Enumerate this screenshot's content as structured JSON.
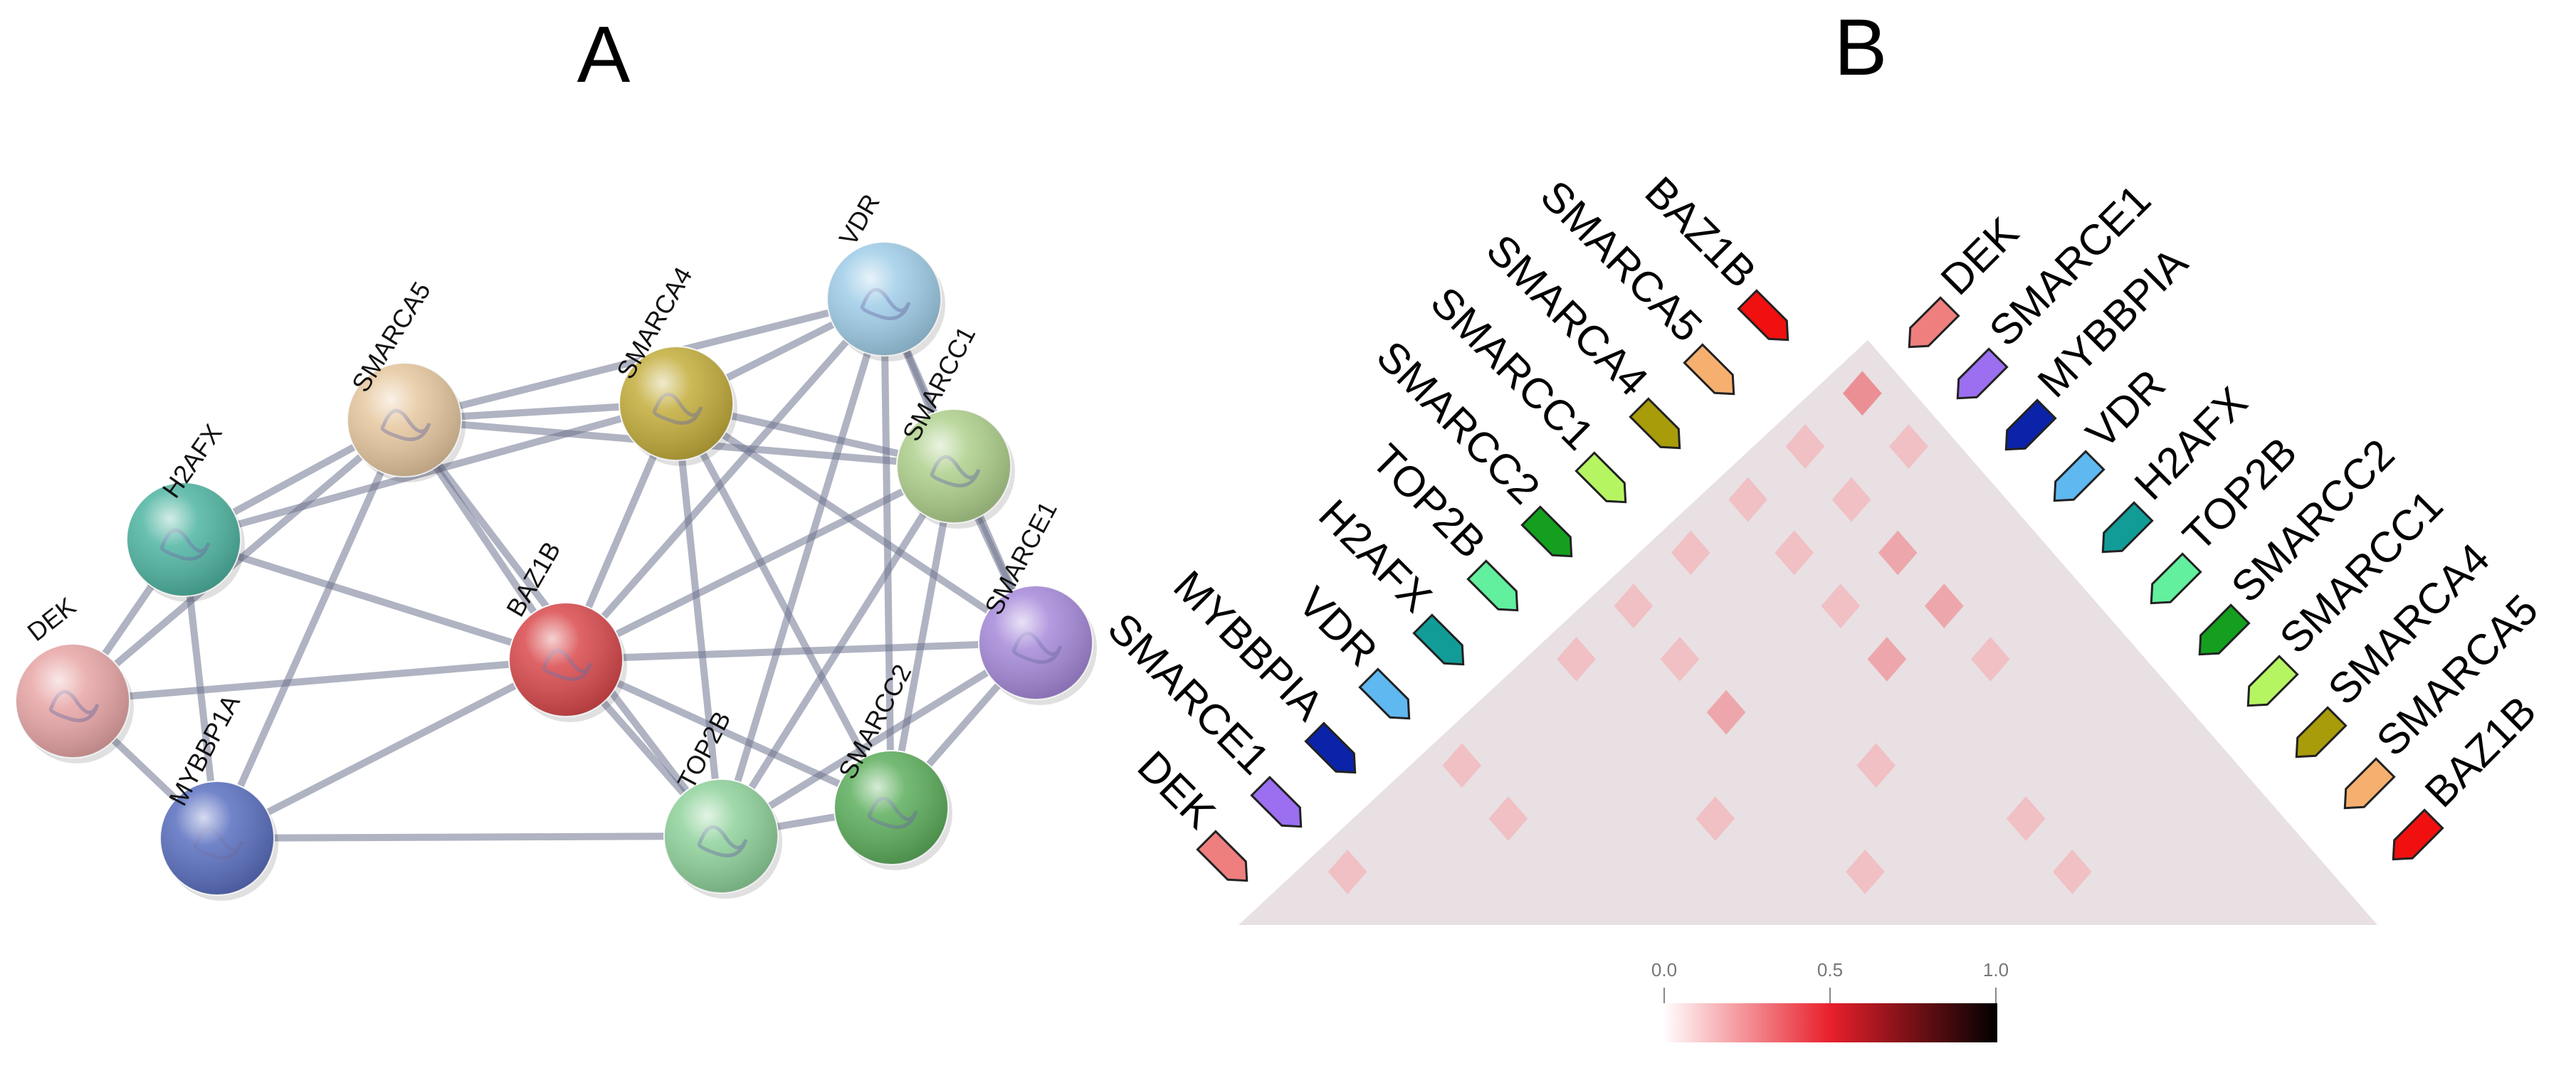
{
  "panels": {
    "a_label": "A",
    "b_label": "B"
  },
  "network": {
    "nodes": [
      {
        "id": "DEK",
        "label": "DEK",
        "color": "#e8a5a5"
      },
      {
        "id": "H2AFX",
        "label": "H2AFX",
        "color": "#4fb5a2"
      },
      {
        "id": "SMARCA5",
        "label": "SMARCA5",
        "color": "#e6c79e"
      },
      {
        "id": "MYBBP1A",
        "label": "MYBBP1A",
        "color": "#5a6fc0"
      },
      {
        "id": "BAZ1B",
        "label": "BAZ1B",
        "color": "#d9494c"
      },
      {
        "id": "SMARCA4",
        "label": "SMARCA4",
        "color": "#c3ad3b"
      },
      {
        "id": "VDR",
        "label": "VDR",
        "color": "#9fcde8"
      },
      {
        "id": "SMARCC1",
        "label": "SMARCC1",
        "color": "#aed08c"
      },
      {
        "id": "SMARCE1",
        "label": "SMARCE1",
        "color": "#a689da"
      },
      {
        "id": "SMARCC2",
        "label": "SMARCC2",
        "color": "#5cae5c"
      },
      {
        "id": "TOP2B",
        "label": "TOP2B",
        "color": "#8fd29b"
      }
    ],
    "edges": [
      [
        "DEK",
        "H2AFX"
      ],
      [
        "DEK",
        "MYBBP1A"
      ],
      [
        "DEK",
        "SMARCA5"
      ],
      [
        "DEK",
        "BAZ1B"
      ],
      [
        "H2AFX",
        "SMARCA5"
      ],
      [
        "H2AFX",
        "MYBBP1A"
      ],
      [
        "H2AFX",
        "BAZ1B"
      ],
      [
        "H2AFX",
        "SMARCA4"
      ],
      [
        "SMARCA5",
        "MYBBP1A"
      ],
      [
        "SMARCA5",
        "BAZ1B"
      ],
      [
        "SMARCA5",
        "SMARCA4"
      ],
      [
        "SMARCA5",
        "SMARCC1"
      ],
      [
        "SMARCA5",
        "TOP2B"
      ],
      [
        "SMARCA5",
        "VDR"
      ],
      [
        "MYBBP1A",
        "BAZ1B"
      ],
      [
        "BAZ1B",
        "SMARCA4"
      ],
      [
        "BAZ1B",
        "VDR"
      ],
      [
        "BAZ1B",
        "SMARCC1"
      ],
      [
        "BAZ1B",
        "SMARCE1"
      ],
      [
        "BAZ1B",
        "SMARCC2"
      ],
      [
        "BAZ1B",
        "TOP2B"
      ],
      [
        "SMARCA4",
        "VDR"
      ],
      [
        "SMARCA4",
        "SMARCC1"
      ],
      [
        "SMARCA4",
        "SMARCE1"
      ],
      [
        "SMARCA4",
        "SMARCC2"
      ],
      [
        "SMARCA4",
        "TOP2B"
      ],
      [
        "VDR",
        "SMARCC1"
      ],
      [
        "VDR",
        "SMARCE1"
      ],
      [
        "VDR",
        "SMARCC2"
      ],
      [
        "VDR",
        "TOP2B"
      ],
      [
        "SMARCC1",
        "SMARCE1"
      ],
      [
        "SMARCC1",
        "SMARCC2"
      ],
      [
        "SMARCC1",
        "TOP2B"
      ],
      [
        "SMARCE1",
        "SMARCC2"
      ],
      [
        "SMARCE1",
        "TOP2B"
      ],
      [
        "SMARCC2",
        "TOP2B"
      ],
      [
        "MYBBP1A",
        "TOP2B"
      ]
    ]
  },
  "heatmap": {
    "order": [
      "DEK",
      "SMARCE1",
      "MYBBPIA",
      "VDR",
      "H2AFX",
      "TOP2B",
      "SMARCC2",
      "SMARCC1",
      "SMARCA4",
      "SMARCA5",
      "BAZ1B"
    ],
    "tags": [
      {
        "label": "DEK",
        "color": "#ef7f7f"
      },
      {
        "label": "SMARCE1",
        "color": "#9b6ff0"
      },
      {
        "label": "MYBBPIA",
        "color": "#0a23a8"
      },
      {
        "label": "VDR",
        "color": "#5fb8f0"
      },
      {
        "label": "H2AFX",
        "color": "#129c98"
      },
      {
        "label": "TOP2B",
        "color": "#62ef9e"
      },
      {
        "label": "SMARCC2",
        "color": "#14a01e"
      },
      {
        "label": "SMARCC1",
        "color": "#b6f562"
      },
      {
        "label": "SMARCA4",
        "color": "#a89c0a"
      },
      {
        "label": "SMARCA5",
        "color": "#f5b070"
      },
      {
        "label": "BAZ1B",
        "color": "#f01010"
      }
    ],
    "cells": [
      {
        "i": 0,
        "j": 1,
        "v": 0.2
      },
      {
        "i": 0,
        "j": 3,
        "v": 0.2
      },
      {
        "i": 0,
        "j": 5,
        "v": 0.2
      },
      {
        "i": 0,
        "j": 6,
        "v": 0.2
      },
      {
        "i": 0,
        "j": 7,
        "v": 0.2
      },
      {
        "i": 0,
        "j": 8,
        "v": 0.2
      },
      {
        "i": 0,
        "j": 9,
        "v": 0.2
      },
      {
        "i": 0,
        "j": 10,
        "v": 0.4
      },
      {
        "i": 1,
        "j": 3,
        "v": 0.2
      },
      {
        "i": 1,
        "j": 6,
        "v": 0.2
      },
      {
        "i": 1,
        "j": 8,
        "v": 0.2
      },
      {
        "i": 1,
        "j": 9,
        "v": 0.2
      },
      {
        "i": 1,
        "j": 10,
        "v": 0.2
      },
      {
        "i": 2,
        "j": 6,
        "v": 0.3
      },
      {
        "i": 2,
        "j": 8,
        "v": 0.2
      },
      {
        "i": 2,
        "j": 9,
        "v": 0.3
      },
      {
        "i": 3,
        "j": 5,
        "v": 0.2
      },
      {
        "i": 3,
        "j": 8,
        "v": 0.3
      },
      {
        "i": 3,
        "j": 9,
        "v": 0.3
      },
      {
        "i": 4,
        "j": 7,
        "v": 0.2
      },
      {
        "i": 4,
        "j": 9,
        "v": 0.2
      },
      {
        "i": 5,
        "j": 6,
        "v": 0.2
      },
      {
        "i": 6,
        "j": 8,
        "v": 0.2
      },
      {
        "i": 7,
        "j": 8,
        "v": 0.2
      }
    ],
    "colorbar": {
      "ticks": [
        "0.0",
        "0.5",
        "1.0"
      ],
      "colors": [
        "#ffffff",
        "#e8202c",
        "#000000"
      ]
    }
  }
}
